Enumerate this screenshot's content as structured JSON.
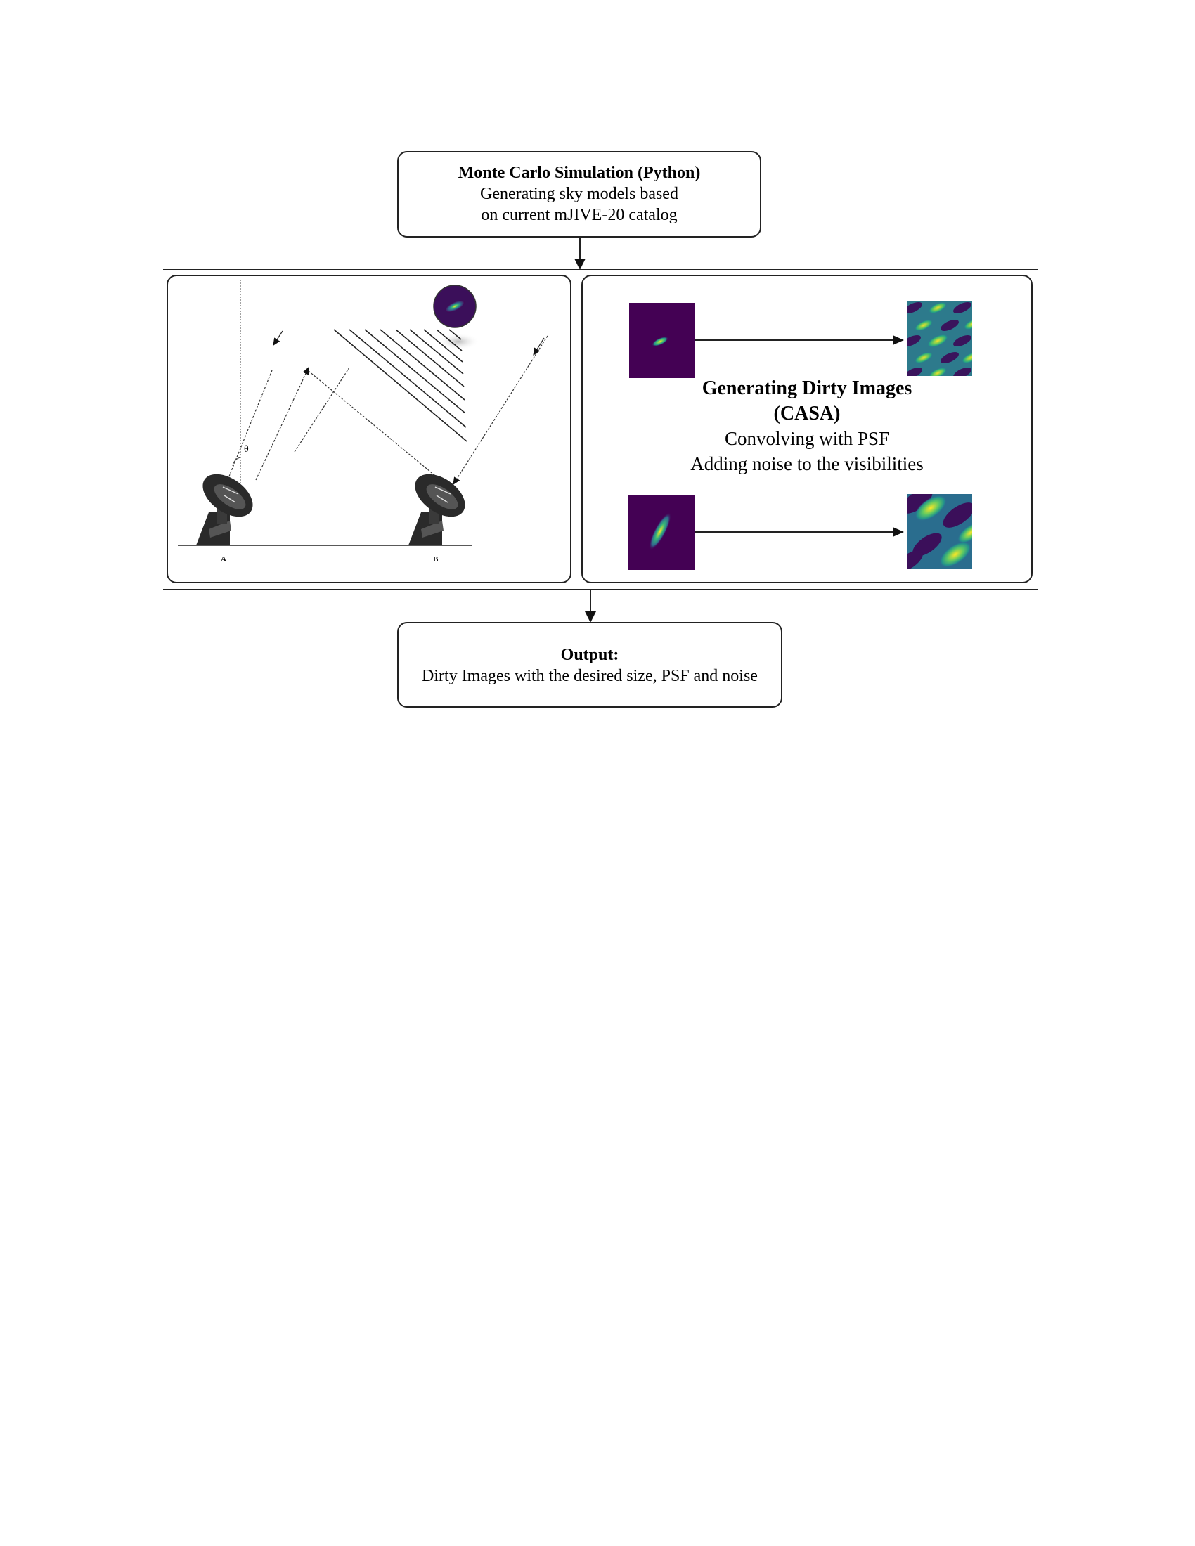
{
  "top_box": {
    "title": "Monte Carlo Simulation (Python)",
    "line1": "Generating sky models based",
    "line2": "on current mJIVE-20 catalog"
  },
  "left_panel": {
    "antenna_a": "A",
    "antenna_b": "B",
    "angle_label": "θ"
  },
  "right_panel": {
    "title_line1": "Generating Dirty Images",
    "title_line2": "(CASA)",
    "line1": "Convolving with PSF",
    "line2": "Adding noise to the visibilities"
  },
  "output_box": {
    "title": "Output:",
    "line1": "Dirty Images with the desired size, PSF and noise"
  },
  "colors": {
    "viridis_dark": "#440154",
    "viridis_mid": "#21918c",
    "viridis_bright": "#fde725",
    "line": "#222222"
  }
}
